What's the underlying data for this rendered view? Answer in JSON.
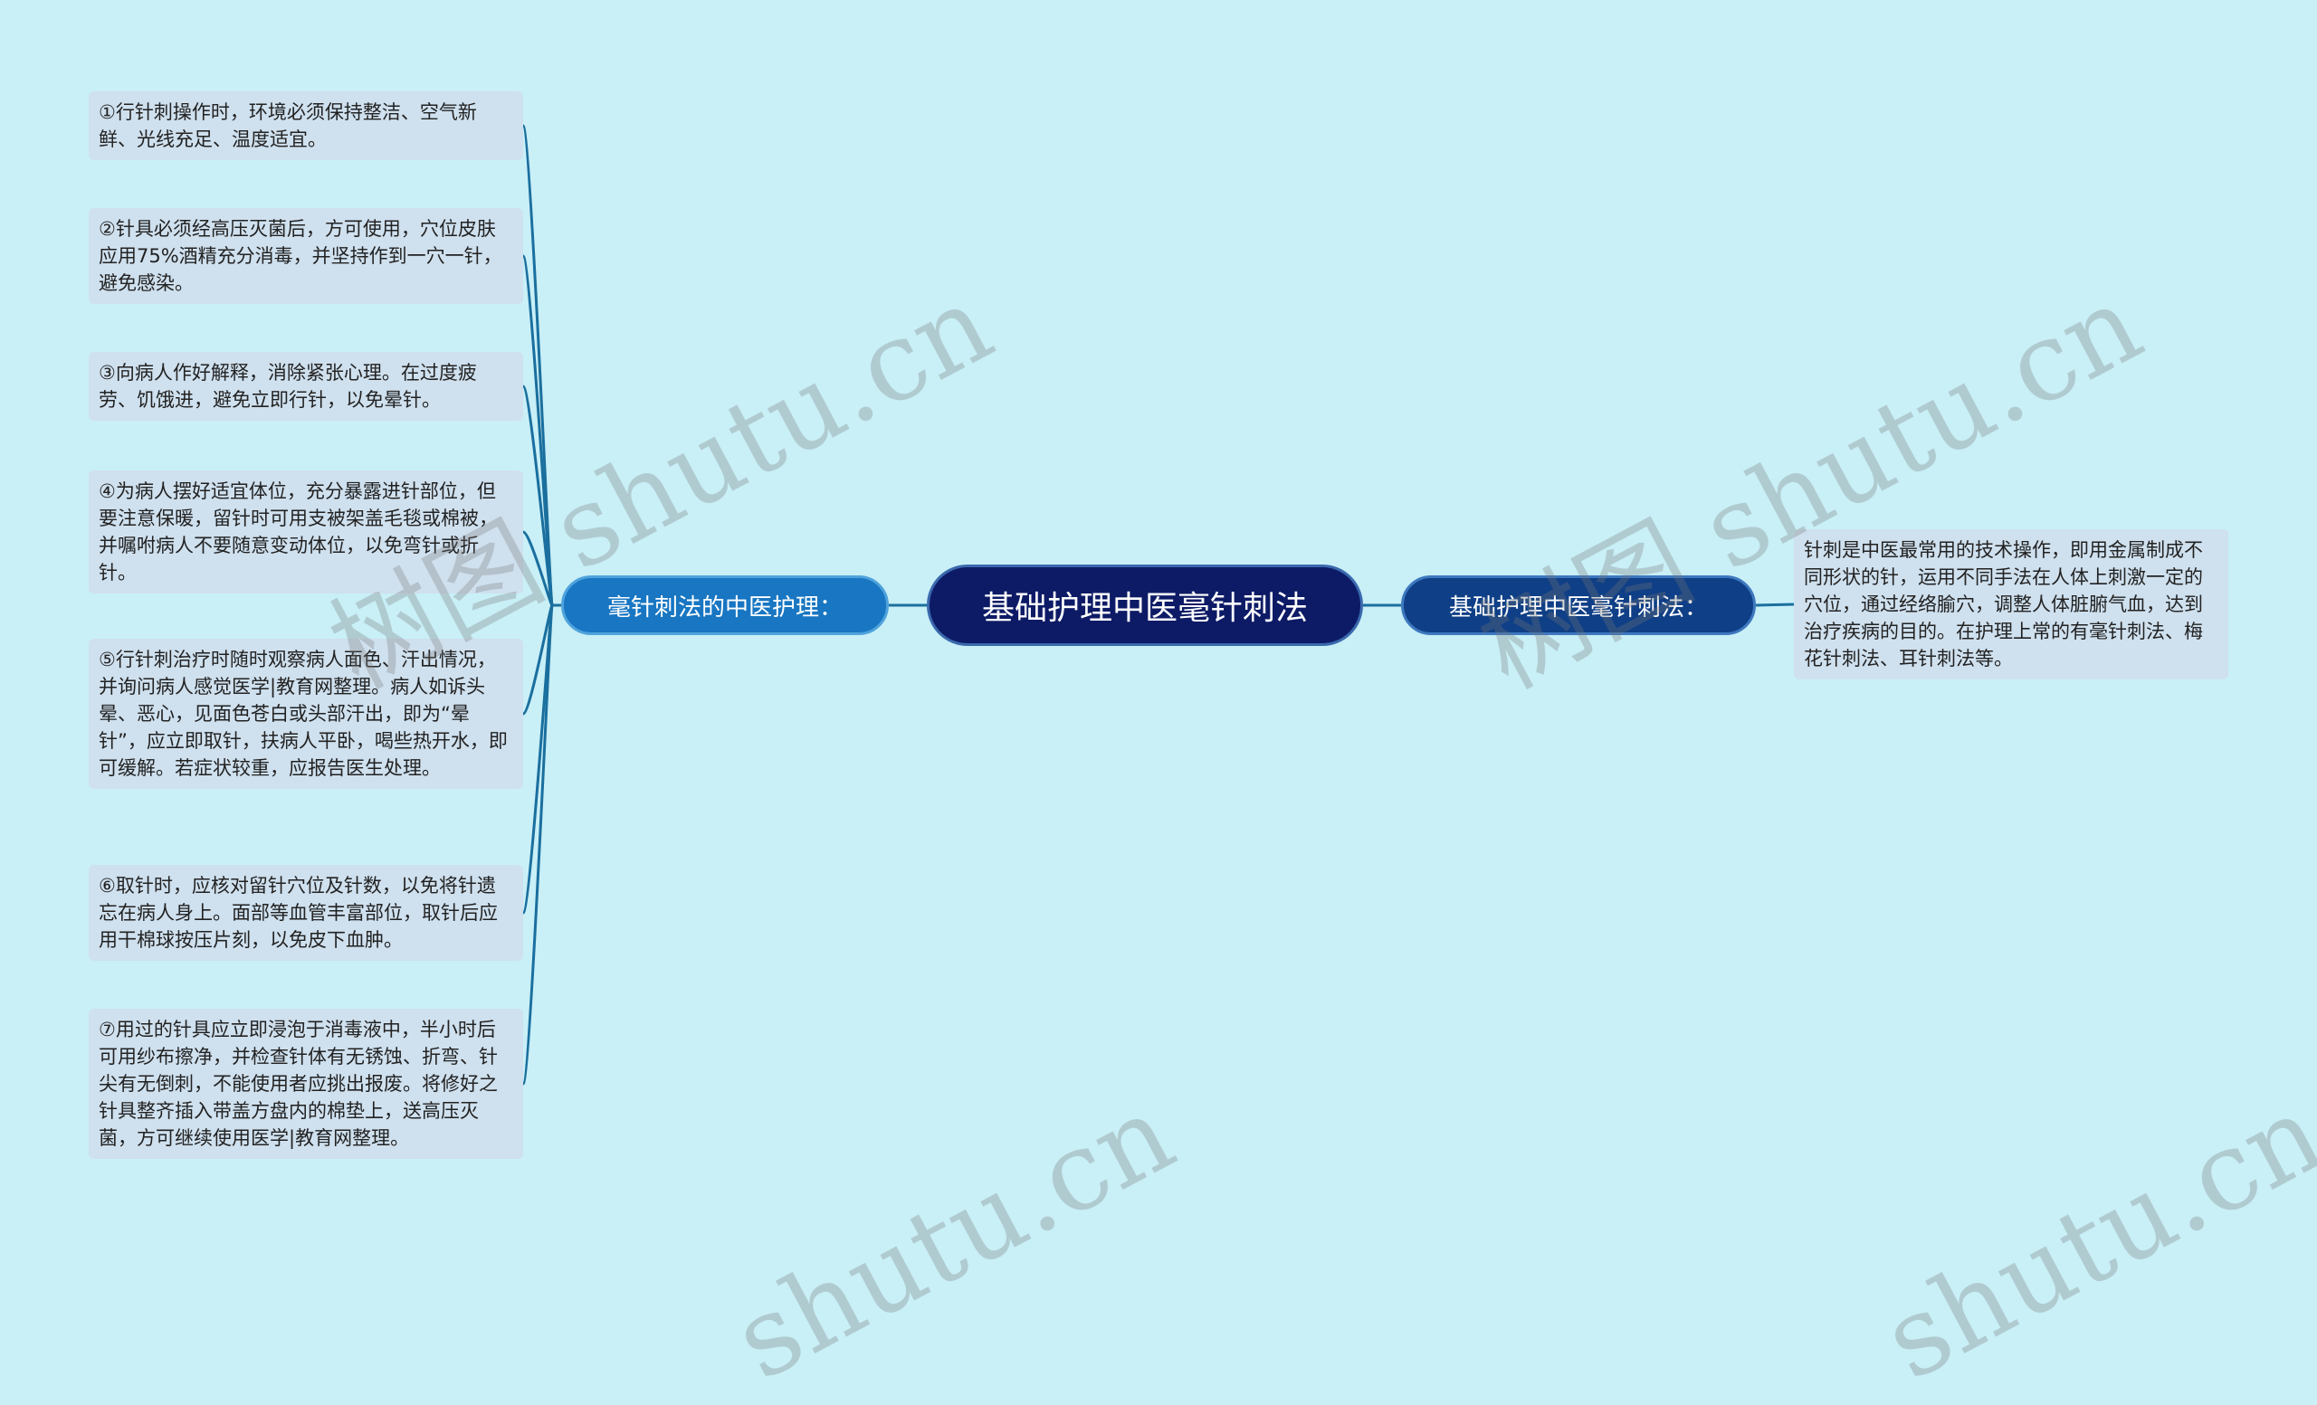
{
  "root": {
    "label": "基础护理中医毫针刺法"
  },
  "left_branch": {
    "label": "毫针刺法的中医护理：",
    "leaves": [
      "①行针刺操作时，环境必须保持整洁、空气新鲜、光线充足、温度适宜。",
      "②针具必须经高压灭菌后，方可使用，穴位皮肤应用75%酒精充分消毒，并坚持作到一穴一针，避免感染。",
      "③向病人作好解释，消除紧张心理。在过度疲劳、饥饿进，避免立即行针，以免晕针。",
      "④为病人摆好适宜体位，充分暴露进针部位，但要注意保暖，留针时可用支被架盖毛毯或棉被，并嘱咐病人不要随意变动体位，以免弯针或折针。",
      "⑤行针刺治疗时随时观察病人面色、汗出情况，并询问病人感觉医学|教育网整理。病人如诉头晕、恶心，见面色苍白或头部汗出，即为“晕针”，应立即取针，扶病人平卧，喝些热开水，即可缓解。若症状较重，应报告医生处理。",
      "⑥取针时，应核对留针穴位及针数，以免将针遗忘在病人身上。面部等血管丰富部位，取针后应用干棉球按压片刻，以免皮下血肿。",
      "⑦用过的针具应立即浸泡于消毒液中，半小时后可用纱布擦净，并检查针体有无锈蚀、折弯、针尖有无倒刺，不能使用者应挑出报废。将修好之针具整齐插入带盖方盘内的棉垫上，送高压灭菌，方可继续使用医学|教育网整理。"
    ]
  },
  "right_branch": {
    "label": "基础护理中医毫针刺法：",
    "leaves": [
      "针刺是中医最常用的技术操作，即用金属制成不同形状的针，运用不同手法在人体上刺激一定的穴位，通过经络腧穴，调整人体脏腑气血，达到治疗疾病的目的。在护理上常的有毫针刺法、梅花针刺法、耳针刺法等。"
    ]
  },
  "watermarks": [
    "树图 shutu.cn",
    "树图 shutu.cn",
    "shutu.cn",
    "shutu.cn"
  ],
  "colors": {
    "background": "#c9eff7",
    "root_fill": "#0d1b66",
    "left_branch_fill": "#1876c2",
    "right_branch_fill": "#0f3f86",
    "leaf_fill": "#cfe0ee",
    "connector": "#1a6f9e"
  }
}
